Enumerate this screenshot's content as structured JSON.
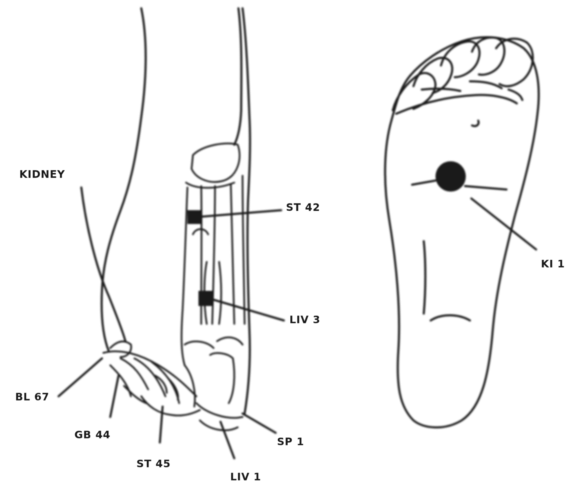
{
  "diagram": {
    "labels": {
      "kidney": "KIDNEY",
      "st42": "ST 42",
      "liv3": "LIV 3",
      "bl67": "BL 67",
      "gb44": "GB 44",
      "st45": "ST 45",
      "liv1": "LIV 1",
      "sp1": "SP 1",
      "ki1": "KI 1"
    },
    "colors": {
      "ink": "#1a1a1a",
      "background": "#ffffff"
    }
  }
}
